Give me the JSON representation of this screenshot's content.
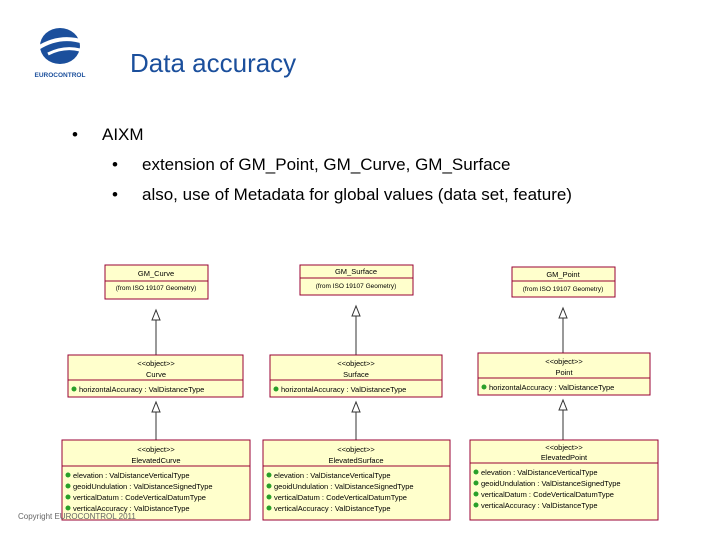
{
  "header": {
    "logo_text": "EUROCONTROL",
    "title": "Data accuracy",
    "accent_color": "#1b4f9c"
  },
  "bullets": {
    "level1": "AIXM",
    "level2": [
      "extension of GM_Point, GM_Curve, GM_Surface",
      "also, use of Metadata for global values (data set, feature)"
    ]
  },
  "diagram": {
    "base_classes": [
      {
        "name": "GM_Curve",
        "note": "(from ISO 19107 Geometry)"
      },
      {
        "name": "GM_Surface",
        "note": "(from ISO 19107 Geometry)"
      },
      {
        "name": "GM_Point",
        "note": "(from ISO 19107 Geometry)"
      }
    ],
    "mid_classes": [
      {
        "stereotype": "<<object>>",
        "name": "Curve",
        "attribute": "horizontalAccuracy : ValDistanceType"
      },
      {
        "stereotype": "<<object>>",
        "name": "Surface",
        "attribute": "horizontalAccuracy : ValDistanceType"
      },
      {
        "stereotype": "<<object>>",
        "name": "Point",
        "attribute": "horizontalAccuracy : ValDistanceType"
      }
    ],
    "elevated_classes": [
      {
        "stereotype": "<<object>>",
        "name": "ElevatedCurve",
        "attributes": [
          "elevation : ValDistanceVerticalType",
          "geoidUndulation : ValDistanceSignedType",
          "verticalDatum : CodeVerticalDatumType",
          "verticalAccuracy : ValDistanceType"
        ]
      },
      {
        "stereotype": "<<object>>",
        "name": "ElevatedSurface",
        "attributes": [
          "elevation : ValDistanceVerticalType",
          "geoidUndulation : ValDistanceSignedType",
          "verticalDatum : CodeVerticalDatumType",
          "verticalAccuracy : ValDistanceType"
        ]
      },
      {
        "stereotype": "<<object>>",
        "name": "ElevatedPoint",
        "attributes": [
          "elevation : ValDistanceVerticalType",
          "geoidUndulation : ValDistanceSignedType",
          "verticalDatum : CodeVerticalDatumType",
          "verticalAccuracy : ValDistanceType"
        ]
      }
    ],
    "class_fill": "#ffffcc",
    "border_color": "#990033"
  },
  "footer": {
    "copyright": "Copyright EUROCONTROL 2011"
  }
}
